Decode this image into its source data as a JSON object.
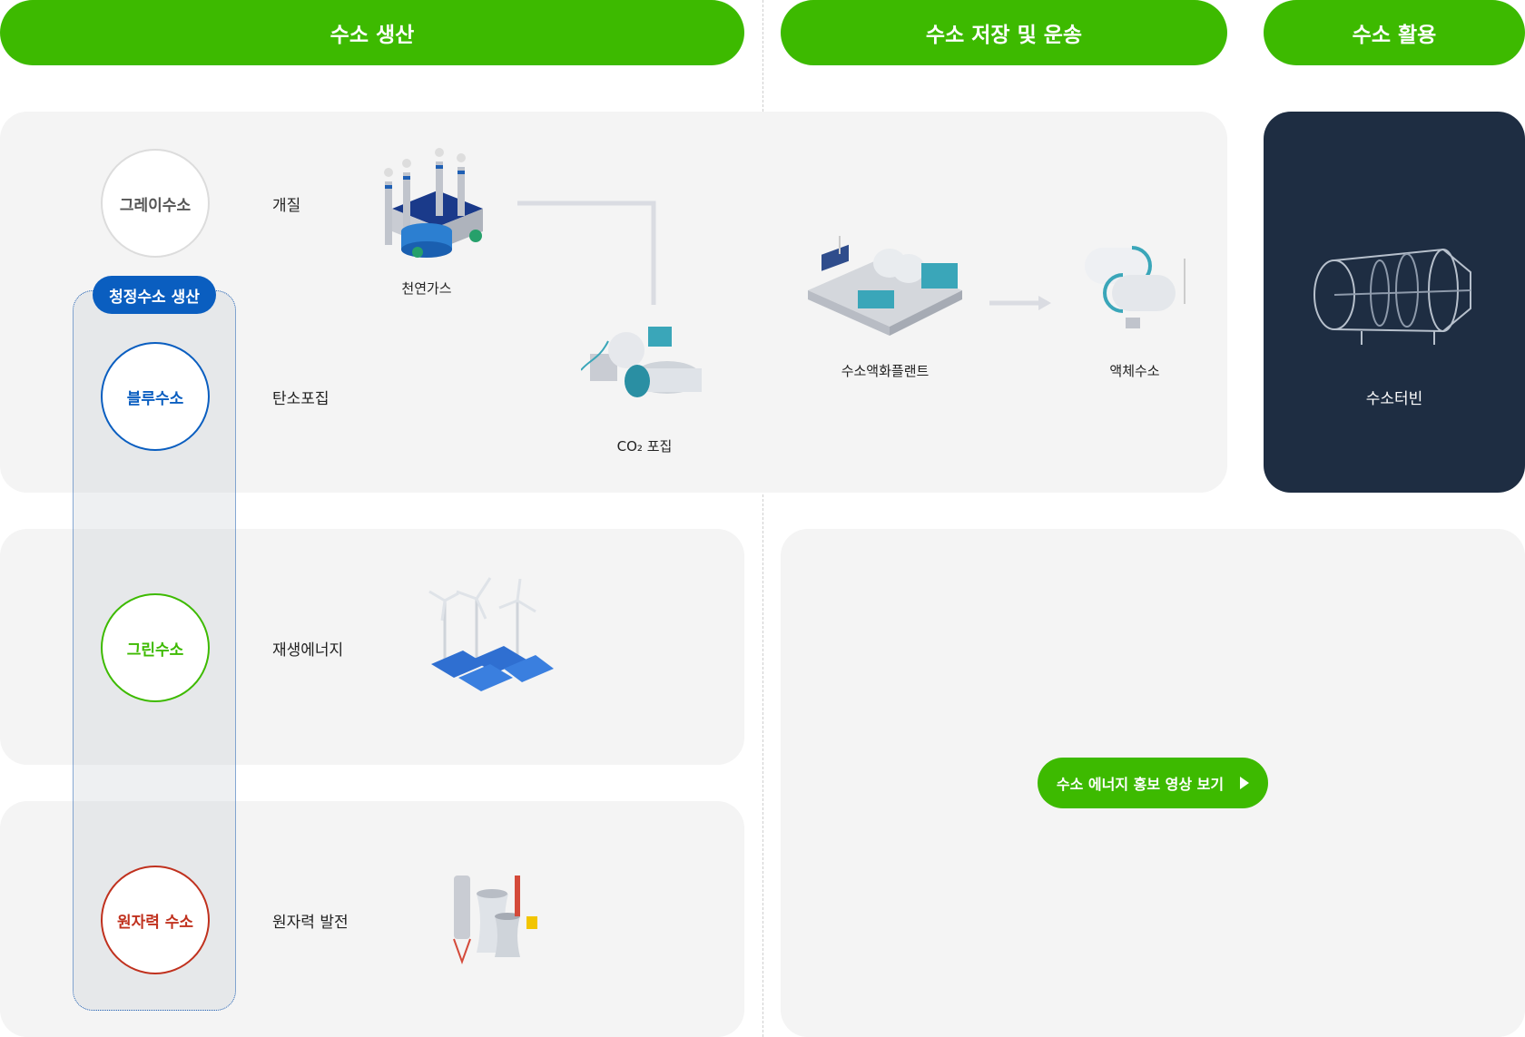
{
  "headers": {
    "production": "수소 생산",
    "storage": "수소 저장 및 운송",
    "utilization": "수소 활용"
  },
  "clean_tag": "청정수소 생산",
  "rows": [
    {
      "circle": "그레이수소",
      "method": "개질",
      "color": "#555555"
    },
    {
      "circle": "블루수소",
      "method": "탄소포집",
      "color": "#0a5ec0"
    },
    {
      "circle": "그린수소",
      "method": "재생에너지",
      "color": "#3dba00"
    },
    {
      "circle": "원자력 수소",
      "method": "원자력 발전",
      "color": "#c0311e"
    }
  ],
  "captions": {
    "natural_gas": "천연가스",
    "co2_capture": "CO₂ 포집",
    "liquefaction_plant": "수소액화플랜트",
    "liquid_hydrogen": "액체수소",
    "turbine": "수소터빈"
  },
  "video_button": "수소 에너지 홍보 영상 보기",
  "icons": [
    "factory-icon",
    "co2-capture-icon",
    "liquefaction-plant-icon",
    "liquid-tank-icon",
    "turbine-icon",
    "wind-solar-icon",
    "nuclear-plant-icon",
    "play-icon"
  ],
  "colors": {
    "green": "#3dba00",
    "blue": "#0a5ec0",
    "red": "#c0311e",
    "navy": "#1e2d42",
    "panel": "#f4f4f4"
  }
}
